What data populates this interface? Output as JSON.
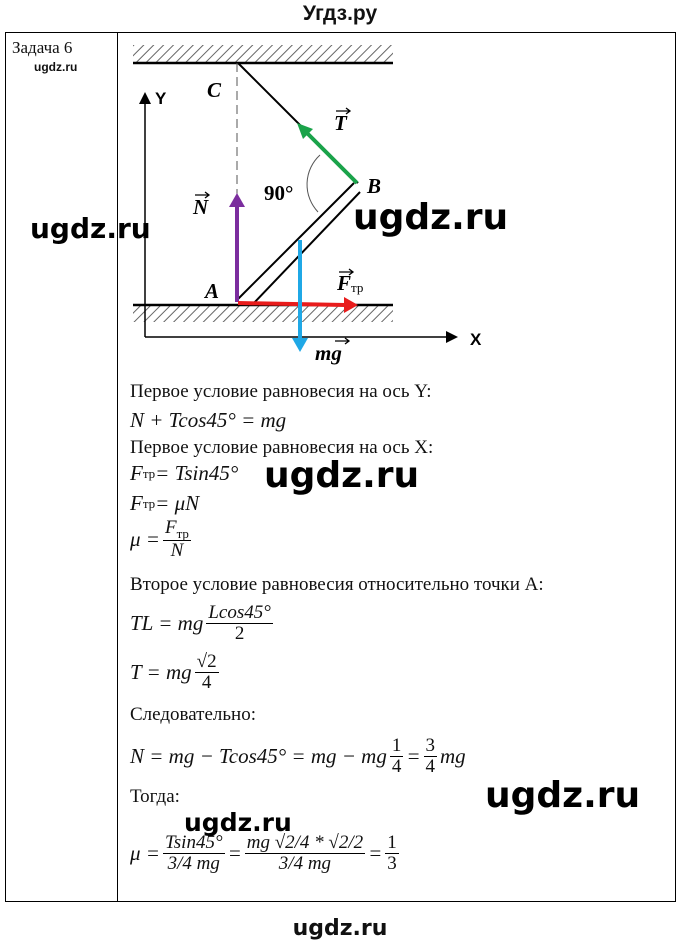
{
  "header": {
    "title": "Угдз.ру"
  },
  "task": {
    "label": "Задача 6",
    "site": "ugdz.ru"
  },
  "diagram": {
    "labels": {
      "y_axis": "Y",
      "x_axis": "X",
      "c": "C",
      "b": "B",
      "a": "A",
      "angle": "90°",
      "t": "T",
      "n": "N",
      "f": "F",
      "f_sub": "тр",
      "mg": "mg"
    },
    "colors": {
      "tension": "#1aa34a",
      "normal": "#7b2d9e",
      "friction": "#e81c1c",
      "gravity": "#1fa8e6"
    }
  },
  "solution": {
    "l1": "Первое условие равновесия на ось Y:",
    "l2": "N + Tcos45° = mg",
    "l3": "Первое условие равновесия на ось X:",
    "l4_a": "F",
    "sub": "тр",
    "l4_b": " = Tsin45°",
    "l5_b": " = μN",
    "l6_a": "μ = ",
    "l6_num": "F",
    "l6_den": "N",
    "l7": "Второе условие равновесия относительно точки A:",
    "l8_a": "TL = mg",
    "l8_num": "Lcos45°",
    "l8_den": "2",
    "l9_a": "T = mg",
    "l9_num": "√2",
    "l9_den": "4",
    "l10": "Следовательно:",
    "l11_a": "N = mg − Tcos45° = mg − mg",
    "l11_num": "1",
    "l11_den": "4",
    "l11_b": " = ",
    "l11_num2": "3",
    "l11_den2": "4",
    "l11_c": "mg",
    "l12": "Тогда:",
    "l13_a": "μ = ",
    "l13_num": "Tsin45°",
    "l13_den": "3/4 mg",
    "l13_b": " = ",
    "l13_num2": "mg √2/4 * √2/2",
    "l13_den2": "3/4 mg",
    "l13_c": " = ",
    "l13_num3": "1",
    "l13_den3": "3"
  },
  "watermarks": [
    "ugdz.ru",
    "ugdz.ru",
    "ugdz.ru",
    "ugdz.ru",
    "ugdz.ru"
  ],
  "footer": {
    "text": "ugdz.ru"
  }
}
